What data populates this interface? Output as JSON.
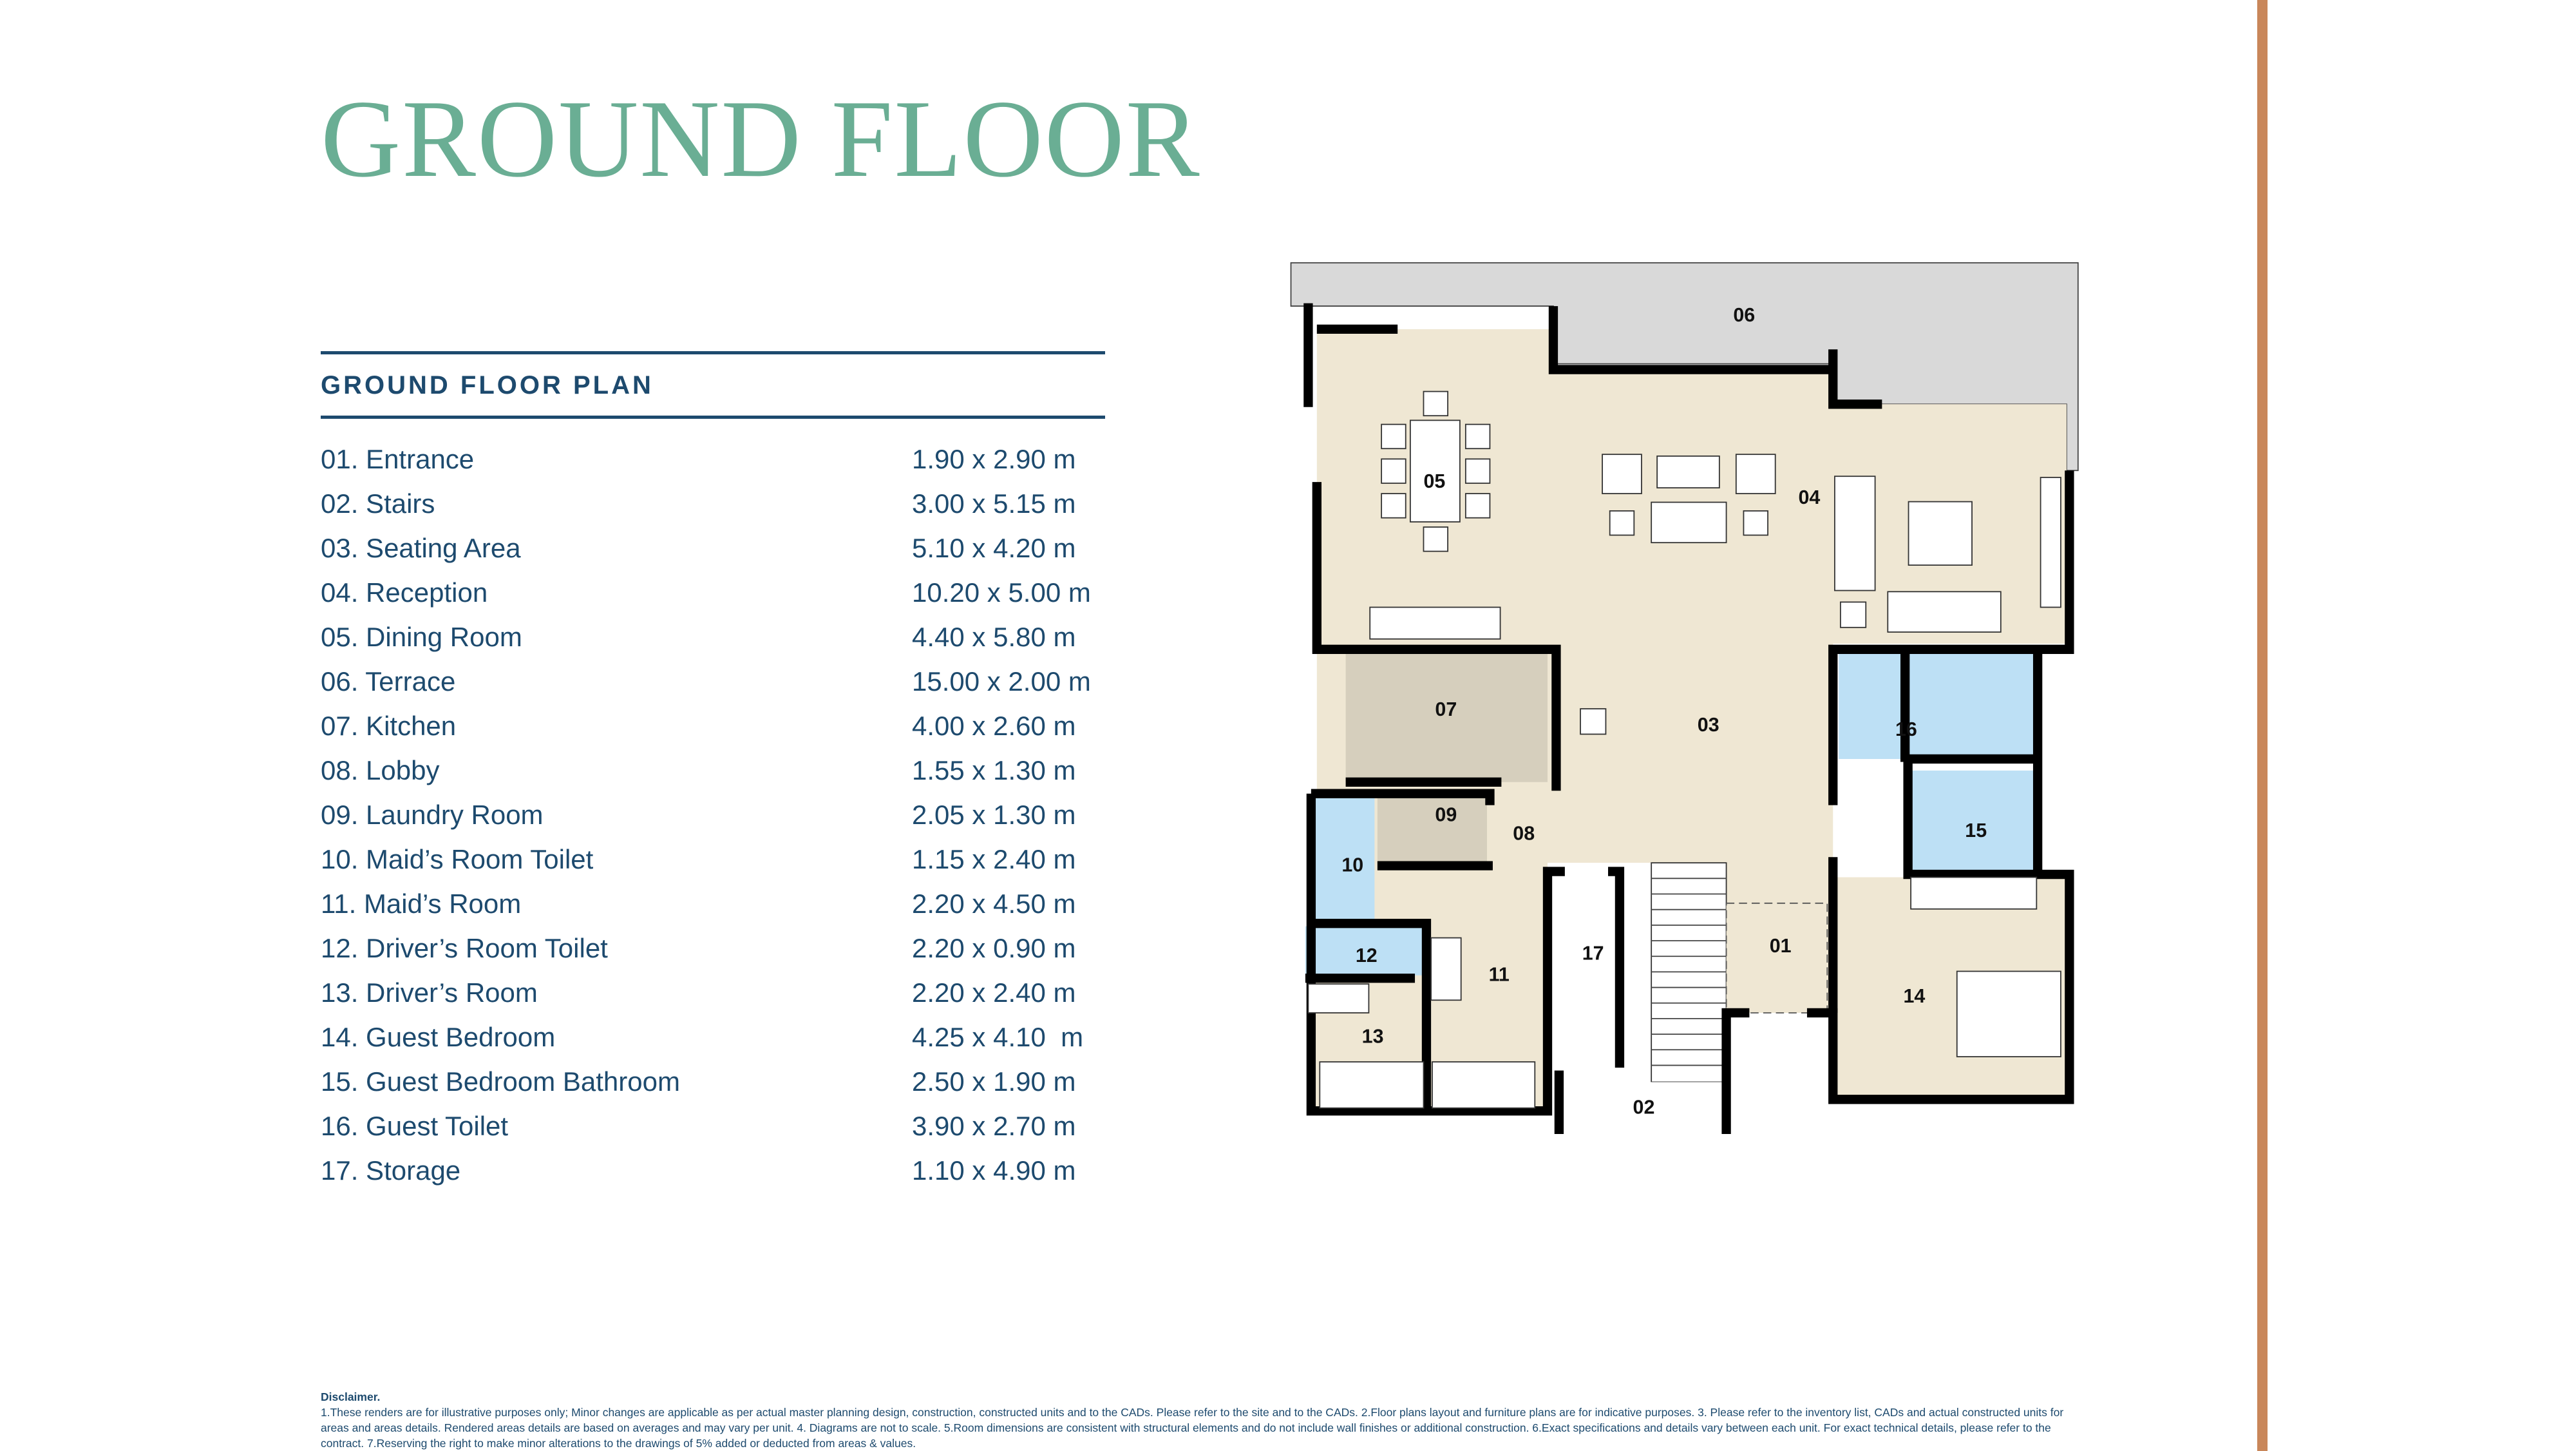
{
  "title": "GROUND FLOOR",
  "plan_header": "GROUND FLOOR PLAN",
  "rooms": [
    {
      "name": "01. Entrance",
      "size": "1.90 x 2.90 m"
    },
    {
      "name": "02. Stairs",
      "size": "3.00 x 5.15 m"
    },
    {
      "name": "03. Seating Area",
      "size": "5.10 x 4.20 m"
    },
    {
      "name": "04. Reception",
      "size": "10.20 x 5.00 m"
    },
    {
      "name": "05. Dining Room",
      "size": "4.40 x 5.80 m"
    },
    {
      "name": "06. Terrace",
      "size": "15.00 x 2.00 m"
    },
    {
      "name": "07. Kitchen",
      "size": "4.00 x 2.60 m"
    },
    {
      "name": "08. Lobby",
      "size": "1.55 x 1.30 m"
    },
    {
      "name": "09. Laundry Room",
      "size": "2.05 x 1.30 m"
    },
    {
      "name": "10. Maid’s Room Toilet",
      "size": "1.15 x 2.40 m"
    },
    {
      "name": "11. Maid’s Room",
      "size": "2.20 x 4.50 m"
    },
    {
      "name": "12. Driver’s Room Toilet",
      "size": "2.20 x 0.90 m"
    },
    {
      "name": "13. Driver’s Room",
      "size": "2.20 x 2.40 m"
    },
    {
      "name": "14. Guest Bedroom",
      "size": "4.25 x 4.10  m"
    },
    {
      "name": "15. Guest Bedroom Bathroom",
      "size": "2.50 x 1.90 m"
    },
    {
      "name": "16. Guest Toilet",
      "size": "3.90 x 2.70 m"
    },
    {
      "name": "17. Storage",
      "size": "1.10 x 4.90 m"
    }
  ],
  "plan_labels": {
    "r01": "01",
    "r02": "02",
    "r03": "03",
    "r04": "04",
    "r05": "05",
    "r06": "06",
    "r07": "07",
    "r08": "08",
    "r09": "09",
    "r10": "10",
    "r11": "11",
    "r12": "12",
    "r13": "13",
    "r14": "14",
    "r15": "15",
    "r16": "16",
    "r17": "17"
  },
  "colors": {
    "title": "#6aae94",
    "text": "#1d4a6e",
    "accent_bar": "#c9875a",
    "floor_beige": "#efe7d3",
    "service_floor": "#d6cfbd",
    "wet_area": "#bde0f5",
    "terrace": "#d9d9d9"
  },
  "disclaimer": {
    "heading": "Disclaimer.",
    "text": "1.These renders are for illustrative purposes only; Minor changes are applicable as per actual master planning design, construction, constructed units and to the CADs. Please refer to the site and to the CADs.  2.Floor plans layout and furniture plans are for indicative purposes. 3. Please refer to the inventory list, CADs and actual constructed units for areas and areas details. Rendered areas details are based on averages and may vary per unit. 4. Diagrams are not to scale.  5.Room dimensions are consistent with structural elements and do not include wall finishes or additional construction.  6.Exact specifications and details vary between each unit. For exact technical details, please refer to the contract.  7.Reserving the right to make minor alterations to the drawings of 5% added or deducted from areas & values."
  }
}
